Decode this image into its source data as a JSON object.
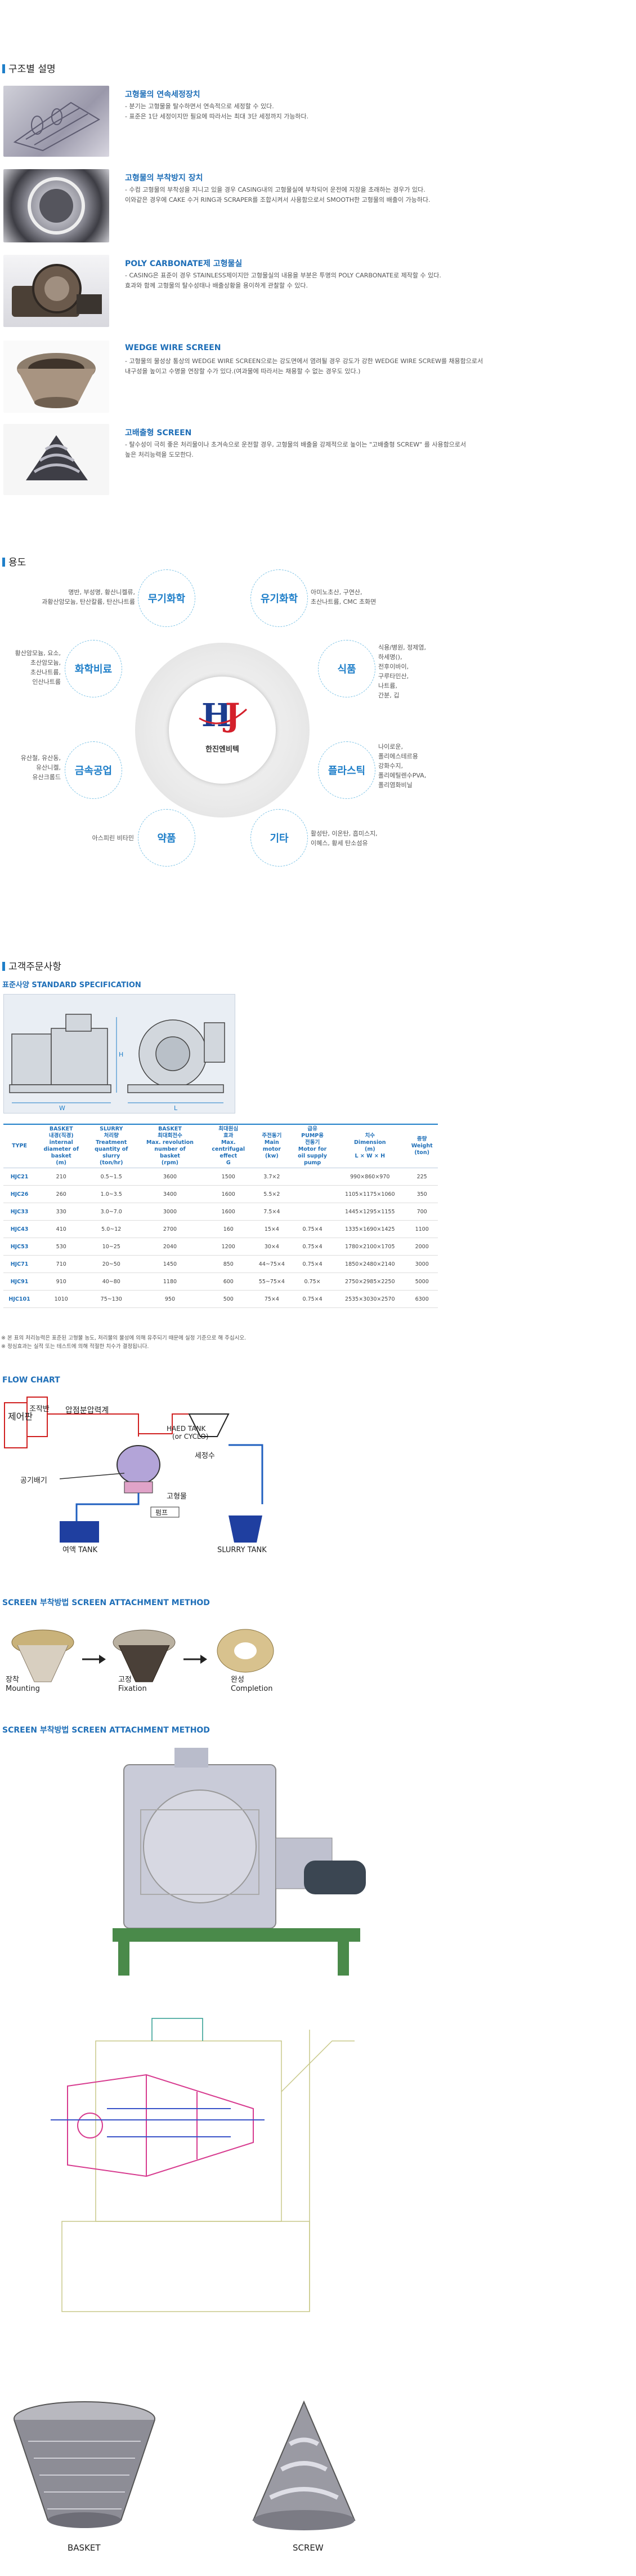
{
  "colors": {
    "accent": "#1f7fc9",
    "heading": "#1f6fb8"
  },
  "structure": {
    "title": "구조별 설명",
    "features": [
      {
        "title": "고형물의 연속세정장치",
        "lines": [
          "- 분기는 고형물을 탈수하면서 연속적으로 세정할 수 있다.",
          "- 표준은 1단 세정이지만 필요에 따라서는 최대 3단 세정까지 가능하다."
        ]
      },
      {
        "title": "고형물의 부착방지 장치",
        "lines": [
          "- 수컴 고형물의 부착성을 지니고 있을 경우 CASING내의 고형물실에 부착되어 운전에 지장을 초래하는 경우가 있다.",
          "이와같은 경우에 CAKE 수거 RING과 SCRAPER를 조합시켜서 사용함으로서 SMOOTH한 고형물의 배출이 가능하다."
        ]
      },
      {
        "title": "POLY CARBONATE제 고형물실",
        "lines": [
          "- CASING은 표준이 경우 STAINLESS제이지만 고형물실의 내용을 부분은 투명의 POLY CARBONATE로 제작할 수 있다.",
          "효과와 함께 고형물의 탈수성태나 배출상황을 용이하게 관찰할 수 있다."
        ]
      },
      {
        "title": "WEDGE WIRE SCREEN",
        "lines": [
          "- 고형물의 물성상 통상의 WEDGE WIRE SCREEN으로는 강도면에서 염려될 경우 강도가 강한 WEDGE WIRE SCREW를 채용함으로서",
          "내구성을 높이고 수명을 연장할 수가 있다.(여과물에 따라서는 채용할 수 없는 경우도 있다.)"
        ]
      },
      {
        "title": "고배출형 SCREEN",
        "lines": [
          "- 탈수성이 극히 좋은 처리물이나 초겨속으로 운전할 경우, 고형물의 배출을 강제적으로 높이는 \"고배출형 SCREW\" 를 사용함으로서",
          "높은 처리능력을 도모한다."
        ]
      }
    ]
  },
  "uses": {
    "title": "용도",
    "logo_brand": "한진엔비텍",
    "categories": [
      {
        "label": "무기화학",
        "text": [
          "명반, 부성명, 황산니켈류,",
          "과황산암모늄, 탄산칼륨, 탄산나트륨"
        ]
      },
      {
        "label": "유기화학",
        "text": [
          "아미노초산, 구연산,",
          "초산나트륨, CMC 초화면"
        ]
      },
      {
        "label": "화학비료",
        "text": [
          "황산암모늄, 요소,",
          "초산암모늄,",
          "초산나트륨,",
          "인산나트륨"
        ]
      },
      {
        "label": "식품",
        "text": [
          "식용/병원, 정제염,",
          "하세명(),",
          "전후이바이,",
          "구루타민산,",
          "나트륨,",
          "간분, 깁"
        ]
      },
      {
        "label": "금속공업",
        "text": [
          "유산철, 유산동,",
          "유산니켈,",
          "유산크롬드"
        ]
      },
      {
        "label": "플라스틱",
        "text": [
          "나이로운,",
          "폴리에스테르용",
          "강화수지,",
          "폴리에틸렌수PVA,",
          "폴리염화비닐"
        ]
      },
      {
        "label": "약품",
        "text": [
          "아스피린 비타민"
        ]
      },
      {
        "label": "기타",
        "text": [
          "활성탄, 이온탄, 흡미스지,",
          "이혜스, 황세 탄소섬유"
        ]
      }
    ]
  },
  "order": {
    "title": "고객주문사항",
    "spec_title": "표준사양 STANDARD SPECIFICATION",
    "headers": [
      "TYPE",
      "BASKET\n내경(직경)\ninternal\ndiameter of\nbasket\n(m)",
      "SLURRY\n처리량\nTreatment\nquantity of\nslurry\n(ton/hr)",
      "BASKET\n최대회전수\nMax. revolution\nnumber of\nbasket\n(rpm)",
      "최대원심\n효과\nMax.\ncentrifugal\neffect\nG",
      "주전동기\nMain\nmotor\n(kw)",
      "급유\nPUMP용\n전동기\nMotor for\noil supply\npump",
      "치수\nDimension\n(m)\nL × W × H",
      "중량\nWeight\n(ton)"
    ],
    "rows": [
      [
        "HJC21",
        "210",
        "0.5~1.5",
        "3600",
        "1500",
        "3.7×2",
        "",
        "990×860×970",
        "225"
      ],
      [
        "HJC26",
        "260",
        "1.0~3.5",
        "3400",
        "1600",
        "5.5×2",
        "",
        "1105×1175×1060",
        "350"
      ],
      [
        "HJC33",
        "330",
        "3.0~7.0",
        "3000",
        "1600",
        "7.5×4",
        "",
        "1445×1295×1155",
        "700"
      ],
      [
        "HJC43",
        "410",
        "5.0~12",
        "2700",
        "160",
        "15×4",
        "0.75×4",
        "1335×1690×1425",
        "1100"
      ],
      [
        "HJC53",
        "530",
        "10~25",
        "2040",
        "1200",
        "30×4",
        "0.75×4",
        "1780×2100×1705",
        "2000"
      ],
      [
        "HJC71",
        "710",
        "20~50",
        "1450",
        "850",
        "44~75×4",
        "0.75×4",
        "1850×2480×2140",
        "3000"
      ],
      [
        "HJC91",
        "910",
        "40~80",
        "1180",
        "600",
        "55~75×4",
        "0.75×",
        "2750×2985×2250",
        "5000"
      ],
      [
        "HJC101",
        "1010",
        "75~130",
        "950",
        "500",
        "75×4",
        "0.75×4",
        "2535×3030×2570",
        "6300"
      ]
    ],
    "notes": [
      "※ 본 표의 처리능력은 표준된 고형물 농도, 처리물의 물성에 의해 유주되기 때문에 실정 기준으로 해 주십시오.",
      "※ 정심효과는 실적 또는 테스트에 의해 적절한 치수가 결정됩니다."
    ],
    "dim_labels": {
      "w": "W",
      "l": "L",
      "h": "H"
    }
  },
  "flow": {
    "title": "FLOW CHART",
    "control_panel": "제어판",
    "operation_panel": "조작반",
    "pressure_gauge": "압점분압력계",
    "head_tank": "HAED TANK\n(or CYCLO)",
    "wash_water": "세정수",
    "exhaust_fan": "공기배기",
    "solids": "고형물",
    "pump": "펌프",
    "filtrate_tank": "여액 TANK",
    "slurry_tank": "SLURRY TANK"
  },
  "attach": {
    "title1": "SCREEN 부착방법 SCREEN ATTACHMENT METHOD",
    "title2": "SCREEN 부착방법 SCREEN ATTACHMENT METHOD",
    "steps": [
      {
        "ko": "장착",
        "en": "Mounting"
      },
      {
        "ko": "고정",
        "en": "Fixation"
      },
      {
        "ko": "완성",
        "en": "Completion"
      }
    ]
  },
  "parts": {
    "basket": "BASKET",
    "screw": "SCREW"
  }
}
